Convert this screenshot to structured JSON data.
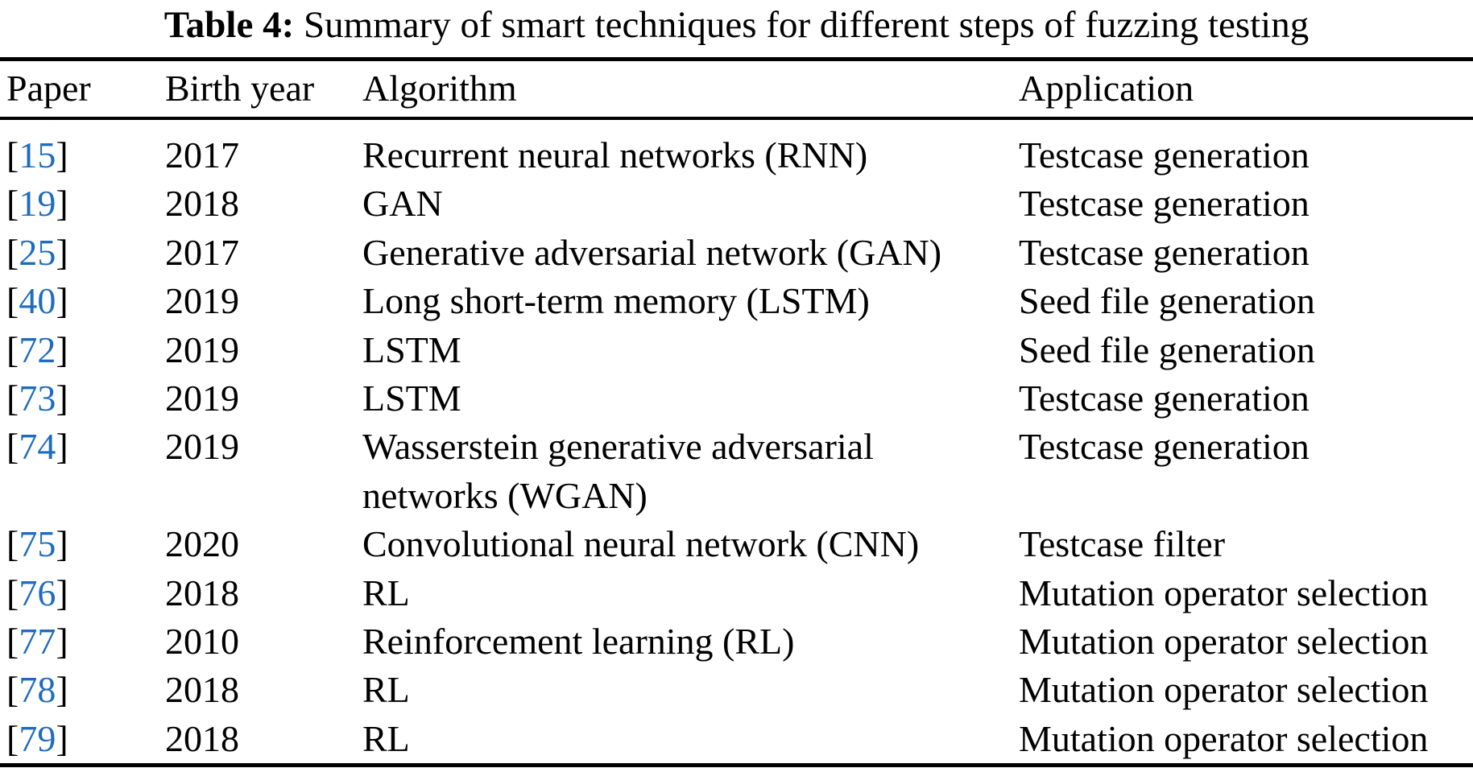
{
  "colors": {
    "background": "#ffffff",
    "text": "#000000",
    "citation_blue": "#1f6cbe",
    "rule": "#000000"
  },
  "caption": {
    "label": "Table 4:",
    "text": "Summary of smart techniques for different steps of fuzzing testing"
  },
  "table": {
    "columns": [
      "Paper",
      "Birth year",
      "Algorithm",
      "Application"
    ],
    "rows": [
      {
        "paper": "15",
        "birth_year": "2017",
        "algorithm": "Recurrent neural networks (RNN)",
        "application": "Testcase generation"
      },
      {
        "paper": "19",
        "birth_year": "2018",
        "algorithm": "GAN",
        "application": "Testcase generation"
      },
      {
        "paper": "25",
        "birth_year": "2017",
        "algorithm": "Generative adversarial network (GAN)",
        "application": "Testcase generation"
      },
      {
        "paper": "40",
        "birth_year": "2019",
        "algorithm": "Long short-term memory (LSTM)",
        "application": "Seed file generation"
      },
      {
        "paper": "72",
        "birth_year": "2019",
        "algorithm": "LSTM",
        "application": "Seed file generation"
      },
      {
        "paper": "73",
        "birth_year": "2019",
        "algorithm": "LSTM",
        "application": "Testcase generation"
      },
      {
        "paper": "74",
        "birth_year": "2019",
        "algorithm": "Wasserstein generative adversarial networks (WGAN)",
        "application": "Testcase generation"
      },
      {
        "paper": "75",
        "birth_year": "2020",
        "algorithm": "Convolutional neural network (CNN)",
        "application": "Testcase filter"
      },
      {
        "paper": "76",
        "birth_year": "2018",
        "algorithm": "RL",
        "application": "Mutation operator selection"
      },
      {
        "paper": "77",
        "birth_year": "2010",
        "algorithm": "Reinforcement learning (RL)",
        "application": "Mutation operator selection"
      },
      {
        "paper": "78",
        "birth_year": "2018",
        "algorithm": "RL",
        "application": "Mutation operator selection"
      },
      {
        "paper": "79",
        "birth_year": "2018",
        "algorithm": "RL",
        "application": "Mutation operator selection"
      }
    ]
  }
}
